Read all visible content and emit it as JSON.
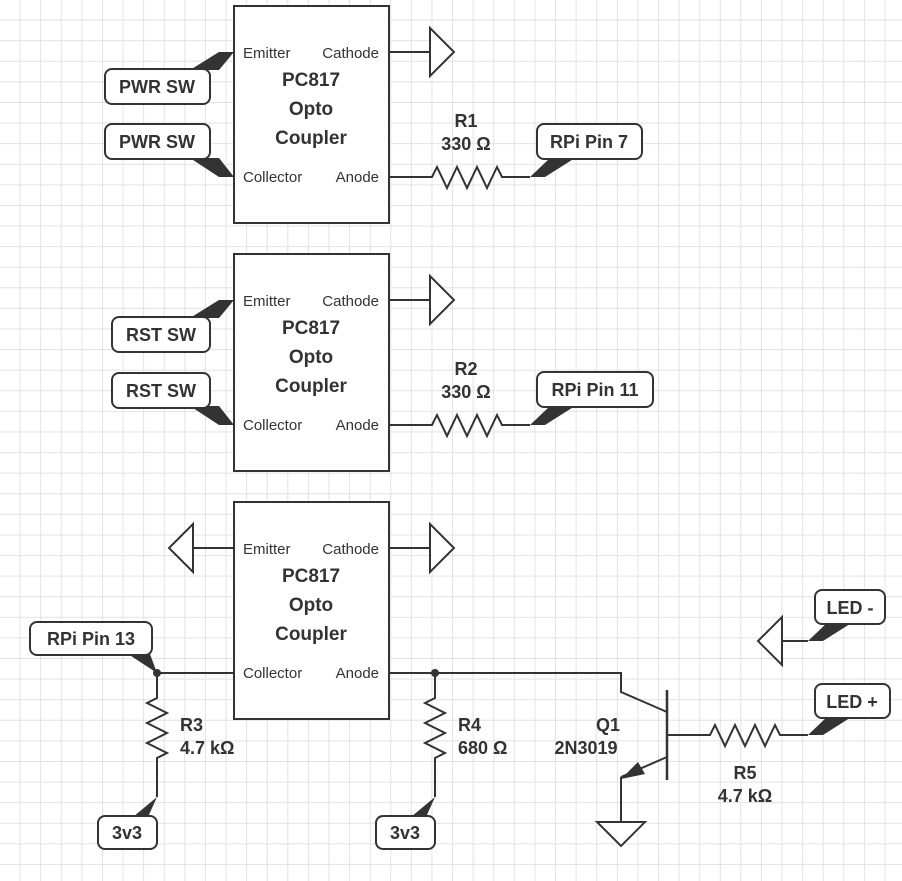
{
  "optocouplers": [
    {
      "name_line1": "PC817",
      "name_line2": "Opto",
      "name_line3": "Coupler",
      "emitter": "Emitter",
      "cathode": "Cathode",
      "collector": "Collector",
      "anode": "Anode"
    },
    {
      "name_line1": "PC817",
      "name_line2": "Opto",
      "name_line3": "Coupler",
      "emitter": "Emitter",
      "cathode": "Cathode",
      "collector": "Collector",
      "anode": "Anode"
    },
    {
      "name_line1": "PC817",
      "name_line2": "Opto",
      "name_line3": "Coupler",
      "emitter": "Emitter",
      "cathode": "Cathode",
      "collector": "Collector",
      "anode": "Anode"
    }
  ],
  "resistors": {
    "r1": {
      "name": "R1",
      "value": "330 Ω"
    },
    "r2": {
      "name": "R2",
      "value": "330 Ω"
    },
    "r3": {
      "name": "R3",
      "value": "4.7 kΩ"
    },
    "r4": {
      "name": "R4",
      "value": "680 Ω"
    },
    "r5": {
      "name": "R5",
      "value": "4.7 kΩ"
    }
  },
  "transistor": {
    "name": "Q1",
    "part": "2N3019"
  },
  "tags": {
    "pwr_sw_1": "PWR SW",
    "pwr_sw_2": "PWR SW",
    "rst_sw_1": "RST SW",
    "rst_sw_2": "RST SW",
    "rpi_pin_7": "RPi Pin 7",
    "rpi_pin_11": "RPi Pin 11",
    "rpi_pin_13": "RPi Pin 13",
    "v3v3_1": "3v3",
    "v3v3_2": "3v3",
    "led_minus": "LED -",
    "led_plus": "LED +"
  }
}
